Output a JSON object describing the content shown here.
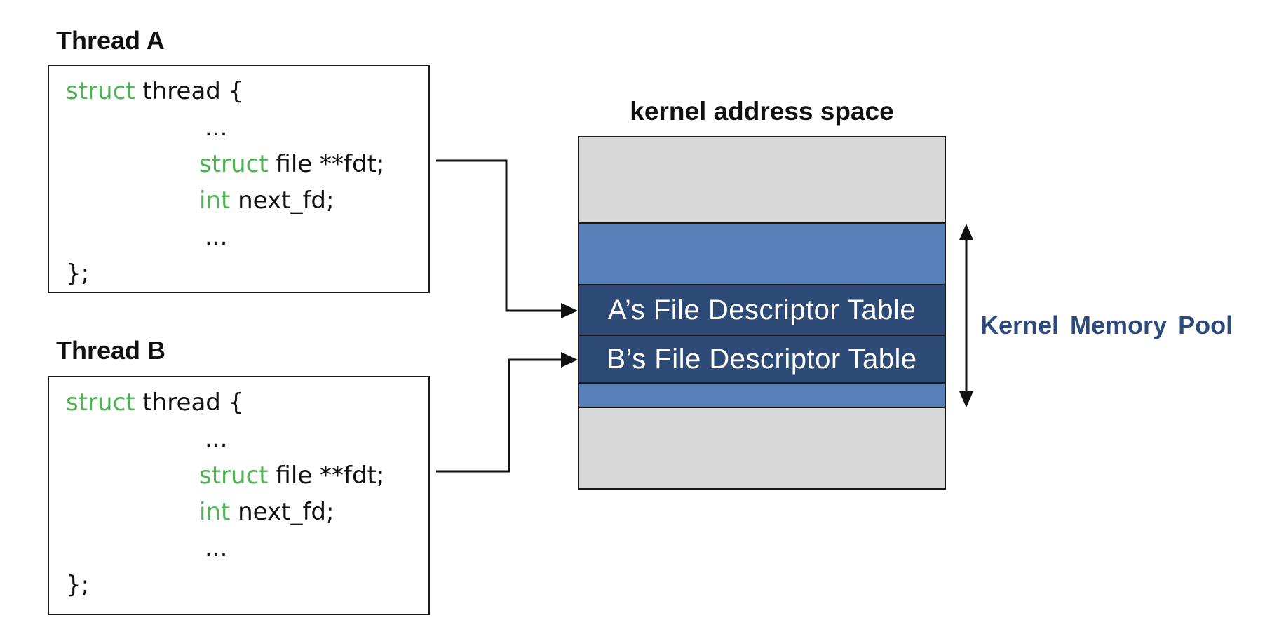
{
  "diagram": {
    "threads": [
      {
        "title": "Thread A"
      },
      {
        "title": "Thread B"
      }
    ],
    "code": {
      "line1_keyword": "struct",
      "line1_rest": " thread {",
      "ellipsis": "...",
      "line3_keyword": "struct",
      "line3_rest": " file **fdt;",
      "line4_keyword": "int",
      "line4_rest": " next_fd;",
      "line6": "};"
    },
    "kernel": {
      "title": "kernel address space",
      "fdt_a_label": "A’s File Descriptor Table",
      "fdt_b_label": "B’s File Descriptor Table"
    },
    "pool_label": "Kernel Memory Pool",
    "colors": {
      "free_gray": "#d8d8d8",
      "pool_blue": "#5880b8",
      "fdt_dark_blue": "#2e4a76",
      "keyword_green": "#4fb254",
      "pool_label_blue": "#2c4a7c"
    }
  }
}
